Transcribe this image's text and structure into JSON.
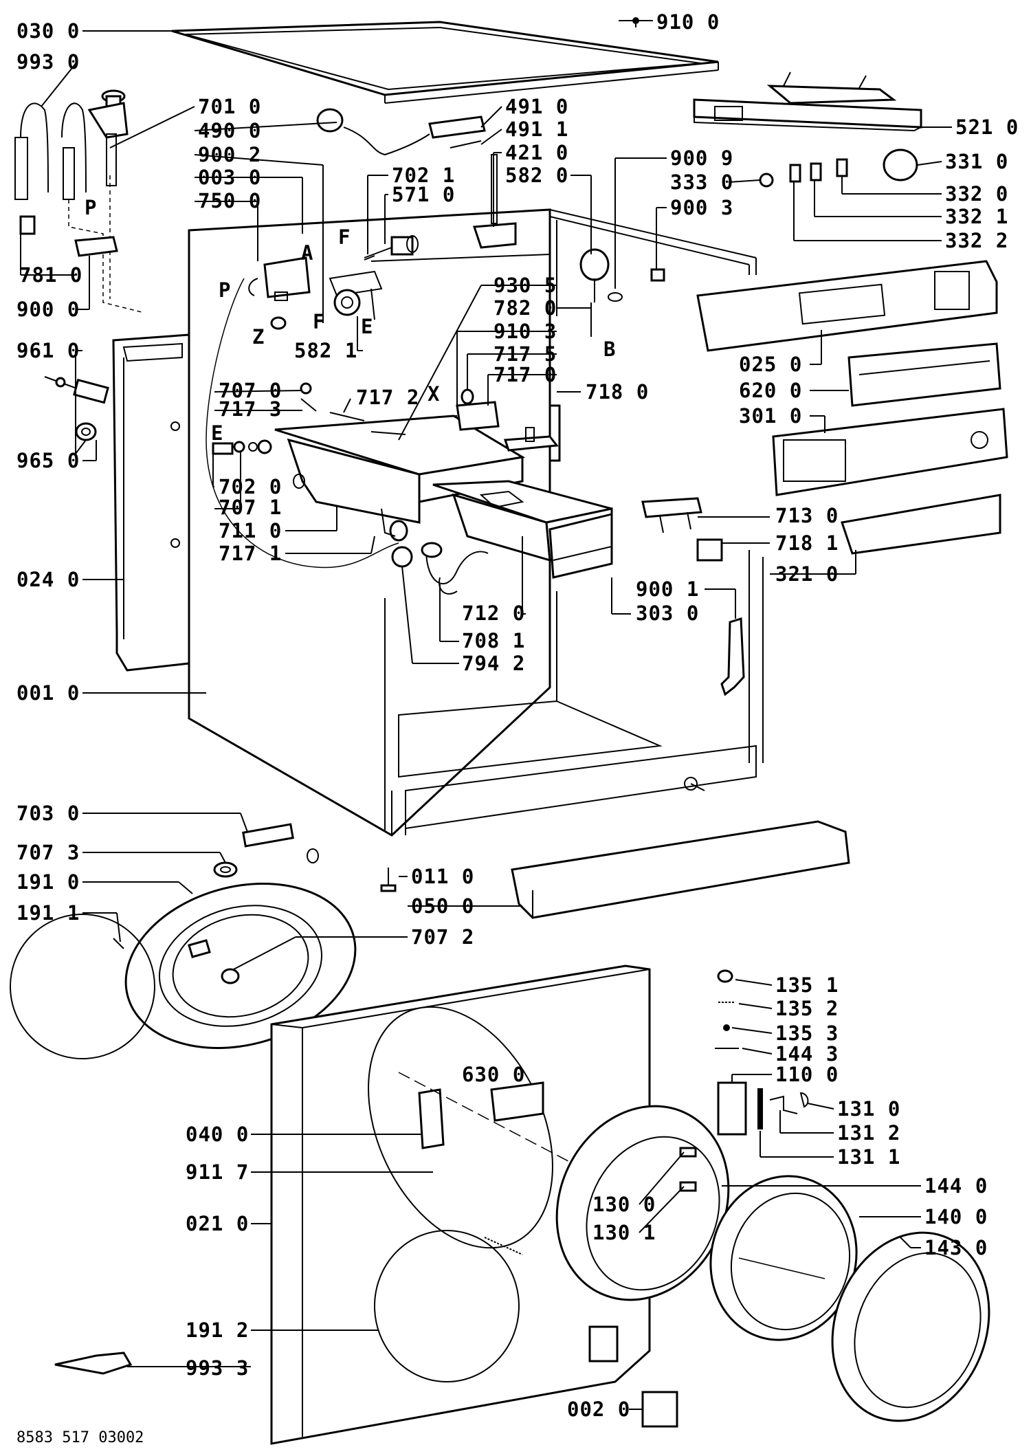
{
  "footer": {
    "code": "8583 517 03002"
  },
  "markers": [
    "A",
    "P",
    "P",
    "F",
    "F",
    "E",
    "E",
    "Z",
    "B",
    "X"
  ],
  "labels": [
    {
      "id": "l-030-0",
      "text": "030 0"
    },
    {
      "id": "l-910-0",
      "text": "910 0"
    },
    {
      "id": "l-993-0",
      "text": "993 0"
    },
    {
      "id": "l-701-0",
      "text": "701 0"
    },
    {
      "id": "l-490-0",
      "text": "490 0"
    },
    {
      "id": "l-900-2",
      "text": "900 2"
    },
    {
      "id": "l-003-0",
      "text": "003 0"
    },
    {
      "id": "l-750-0",
      "text": "750 0"
    },
    {
      "id": "l-702-1",
      "text": "702 1"
    },
    {
      "id": "l-571-0",
      "text": "571 0"
    },
    {
      "id": "l-491-0",
      "text": "491 0"
    },
    {
      "id": "l-491-1",
      "text": "491 1"
    },
    {
      "id": "l-421-0",
      "text": "421 0"
    },
    {
      "id": "l-582-0",
      "text": "582 0"
    },
    {
      "id": "l-521-0",
      "text": "521 0"
    },
    {
      "id": "l-900-9",
      "text": "900 9"
    },
    {
      "id": "l-333-0",
      "text": "333 0"
    },
    {
      "id": "l-900-3",
      "text": "900 3"
    },
    {
      "id": "l-331-0",
      "text": "331 0"
    },
    {
      "id": "l-332-0",
      "text": "332 0"
    },
    {
      "id": "l-332-1",
      "text": "332 1"
    },
    {
      "id": "l-332-2",
      "text": "332 2"
    },
    {
      "id": "l-781-0",
      "text": "781 0"
    },
    {
      "id": "l-900-0",
      "text": "900 0"
    },
    {
      "id": "l-582-1",
      "text": "582 1"
    },
    {
      "id": "l-930-5",
      "text": "930 5"
    },
    {
      "id": "l-782-0",
      "text": "782 0"
    },
    {
      "id": "l-910-3",
      "text": "910 3"
    },
    {
      "id": "l-717-5",
      "text": "717 5"
    },
    {
      "id": "l-717-0",
      "text": "717 0"
    },
    {
      "id": "l-718-0",
      "text": "718 0"
    },
    {
      "id": "l-025-0",
      "text": "025 0"
    },
    {
      "id": "l-620-0",
      "text": "620 0"
    },
    {
      "id": "l-301-0",
      "text": "301 0"
    },
    {
      "id": "l-961-0",
      "text": "961 0"
    },
    {
      "id": "l-707-0",
      "text": "707 0"
    },
    {
      "id": "l-717-3",
      "text": "717 3"
    },
    {
      "id": "l-717-2",
      "text": "717 2"
    },
    {
      "id": "l-965-0",
      "text": "965 0"
    },
    {
      "id": "l-702-0",
      "text": "702 0"
    },
    {
      "id": "l-707-1",
      "text": "707 1"
    },
    {
      "id": "l-711-0",
      "text": "711 0"
    },
    {
      "id": "l-717-1",
      "text": "717 1"
    },
    {
      "id": "l-713-0",
      "text": "713 0"
    },
    {
      "id": "l-718-1",
      "text": "718 1"
    },
    {
      "id": "l-321-0",
      "text": "321 0"
    },
    {
      "id": "l-024-0",
      "text": "024 0"
    },
    {
      "id": "l-900-1",
      "text": "900 1"
    },
    {
      "id": "l-303-0",
      "text": "303 0"
    },
    {
      "id": "l-712-0",
      "text": "712 0"
    },
    {
      "id": "l-708-1",
      "text": "708 1"
    },
    {
      "id": "l-794-2",
      "text": "794 2"
    },
    {
      "id": "l-001-0",
      "text": "001 0"
    },
    {
      "id": "l-703-0",
      "text": "703 0"
    },
    {
      "id": "l-707-3",
      "text": "707 3"
    },
    {
      "id": "l-191-0",
      "text": "191 0"
    },
    {
      "id": "l-191-1",
      "text": "191 1"
    },
    {
      "id": "l-011-0",
      "text": "011 0"
    },
    {
      "id": "l-050-0",
      "text": "050 0"
    },
    {
      "id": "l-707-2",
      "text": "707 2"
    },
    {
      "id": "l-135-1",
      "text": "135 1"
    },
    {
      "id": "l-135-2",
      "text": "135 2"
    },
    {
      "id": "l-135-3",
      "text": "135 3"
    },
    {
      "id": "l-144-3",
      "text": "144 3"
    },
    {
      "id": "l-110-0",
      "text": "110 0"
    },
    {
      "id": "l-630-0",
      "text": "630 0"
    },
    {
      "id": "l-131-0",
      "text": "131 0"
    },
    {
      "id": "l-131-2",
      "text": "131 2"
    },
    {
      "id": "l-131-1",
      "text": "131 1"
    },
    {
      "id": "l-040-0",
      "text": "040 0"
    },
    {
      "id": "l-911-7",
      "text": "911 7"
    },
    {
      "id": "l-144-0",
      "text": "144 0"
    },
    {
      "id": "l-130-0",
      "text": "130 0"
    },
    {
      "id": "l-130-1",
      "text": "130 1"
    },
    {
      "id": "l-140-0",
      "text": "140 0"
    },
    {
      "id": "l-021-0",
      "text": "021 0"
    },
    {
      "id": "l-143-0",
      "text": "143 0"
    },
    {
      "id": "l-191-2",
      "text": "191 2"
    },
    {
      "id": "l-993-3",
      "text": "993 3"
    },
    {
      "id": "l-002-0",
      "text": "002 0"
    }
  ]
}
